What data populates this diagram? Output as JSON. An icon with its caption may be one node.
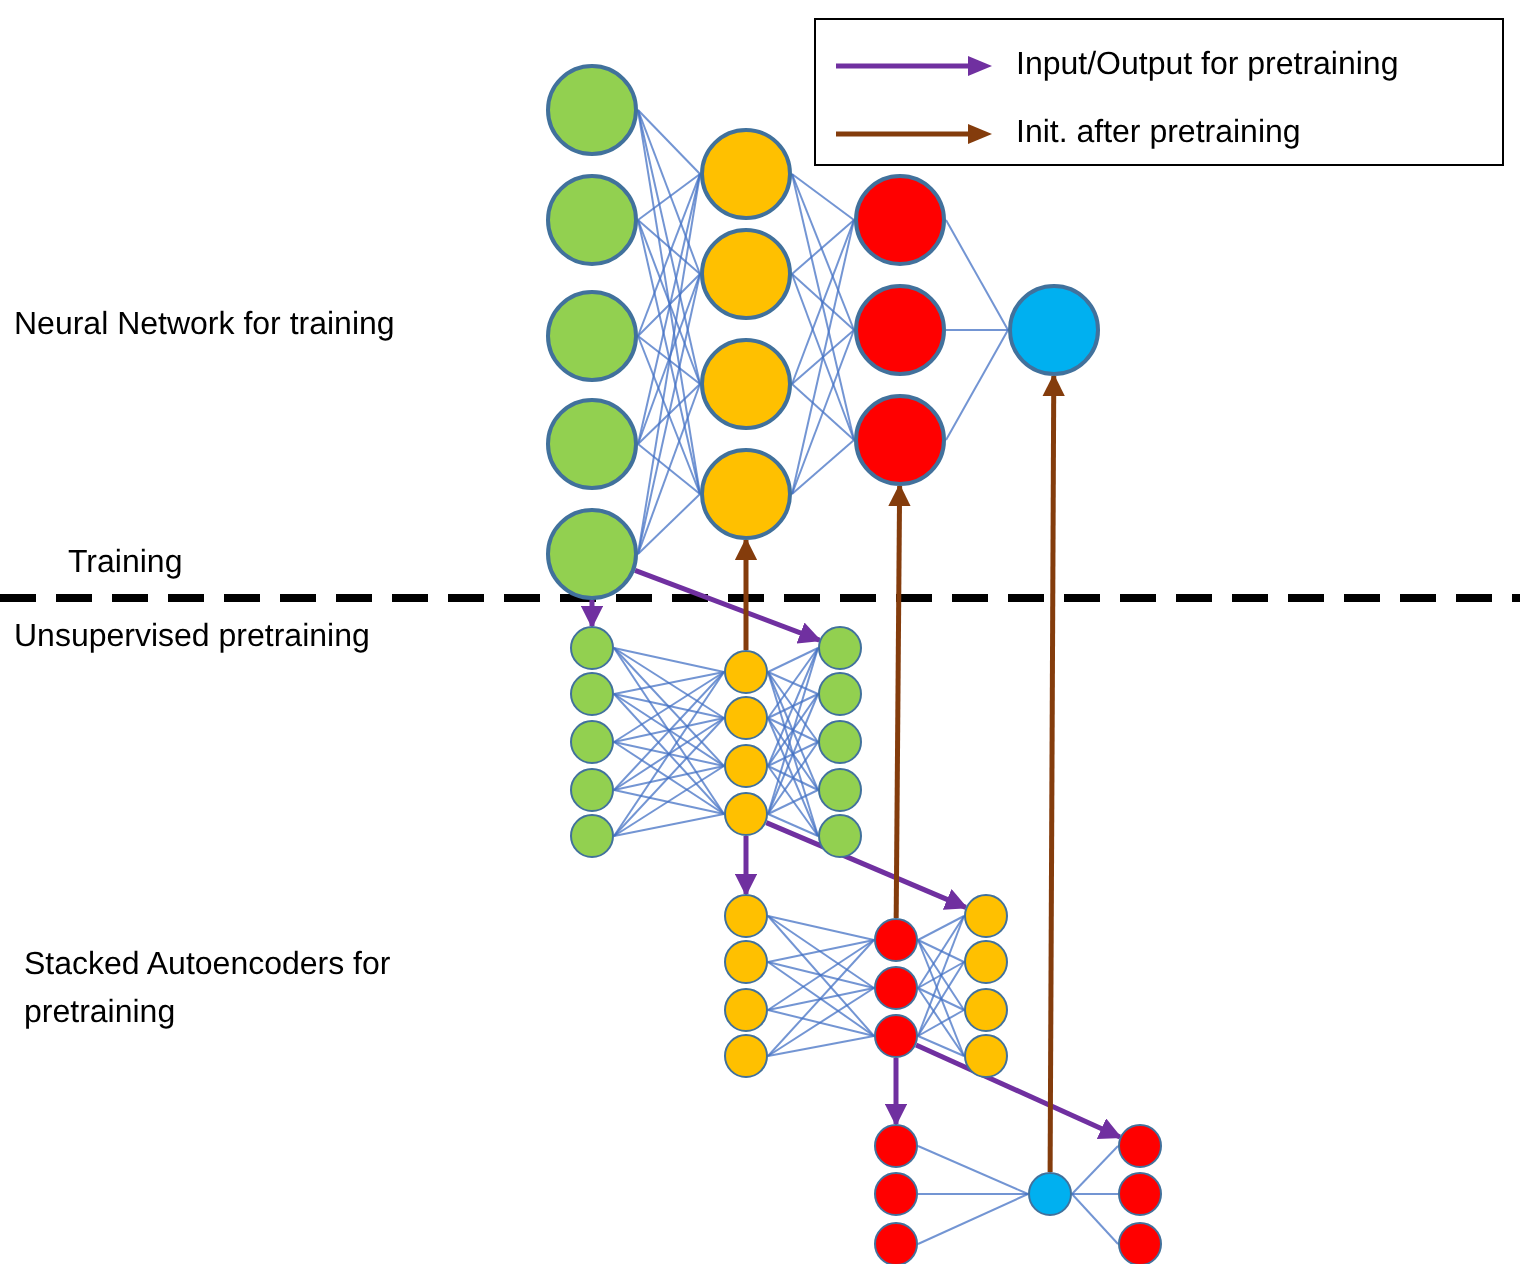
{
  "diagram": {
    "nodes": [
      {
        "text": [],
        "shape": "circle"
      },
      {
        "text": [],
        "shape": "circle"
      },
      {
        "text": [],
        "shape": "circle"
      },
      {
        "text": [],
        "shape": "circle"
      },
      {
        "text": [],
        "shape": "circle"
      },
      {
        "text": [],
        "shape": "circle"
      },
      {
        "text": [],
        "shape": "circle"
      },
      {
        "text": [],
        "shape": "circle"
      },
      {
        "text": [],
        "shape": "circle"
      },
      {
        "text": [],
        "shape": "circle"
      },
      {
        "text": [],
        "shape": "circle"
      },
      {
        "text": [],
        "shape": "circle"
      },
      {
        "text": [],
        "shape": "circle"
      },
      {
        "text": [],
        "shape": "circle"
      },
      {
        "text": [],
        "shape": "circle"
      },
      {
        "text": [],
        "shape": "circle"
      },
      {
        "text": [],
        "shape": "circle"
      },
      {
        "text": [],
        "shape": "circle"
      },
      {
        "text": [],
        "shape": "circle"
      },
      {
        "text": [],
        "shape": "circle"
      },
      {
        "text": [],
        "shape": "circle"
      },
      {
        "text": [],
        "shape": "circle"
      },
      {
        "text": [],
        "shape": "circle"
      },
      {
        "text": [],
        "shape": "circle"
      },
      {
        "text": [],
        "shape": "circle"
      },
      {
        "text": [],
        "shape": "circle"
      },
      {
        "text": [],
        "shape": "circle"
      },
      {
        "text": [],
        "shape": "circle"
      },
      {
        "text": [],
        "shape": "circle"
      },
      {
        "text": [],
        "shape": "circle"
      },
      {
        "text": [],
        "shape": "circle"
      },
      {
        "text": [],
        "shape": "circle"
      },
      {
        "text": [],
        "shape": "circle"
      },
      {
        "text": [],
        "shape": "circle"
      },
      {
        "text": [],
        "shape": "circle"
      },
      {
        "text": [],
        "shape": "circle"
      },
      {
        "text": [],
        "shape": "circle"
      },
      {
        "text": [],
        "shape": "circle"
      },
      {
        "text": [],
        "shape": "circle"
      },
      {
        "text": [],
        "shape": "circle"
      },
      {
        "text": [],
        "shape": "circle"
      },
      {
        "text": [],
        "shape": "circle"
      },
      {
        "text": [],
        "shape": "circle"
      },
      {
        "text": [],
        "shape": "circle"
      },
      {
        "text": [],
        "shape": "circle"
      }
    ],
    "edges": [
      {
        "from": 0,
        "to": 5,
        "arrow": "none"
      },
      {
        "from": 0,
        "to": 6,
        "arrow": "none"
      },
      {
        "from": 0,
        "to": 7,
        "arrow": "none"
      },
      {
        "from": 0,
        "to": 8,
        "arrow": "none"
      },
      {
        "from": 1,
        "to": 5,
        "arrow": "none"
      },
      {
        "from": 1,
        "to": 6,
        "arrow": "none"
      },
      {
        "from": 1,
        "to": 7,
        "arrow": "none"
      },
      {
        "from": 1,
        "to": 8,
        "arrow": "none"
      },
      {
        "from": 2,
        "to": 5,
        "arrow": "none"
      },
      {
        "from": 2,
        "to": 6,
        "arrow": "none"
      },
      {
        "from": 2,
        "to": 7,
        "arrow": "none"
      },
      {
        "from": 2,
        "to": 8,
        "arrow": "none"
      },
      {
        "from": 3,
        "to": 5,
        "arrow": "none"
      },
      {
        "from": 3,
        "to": 6,
        "arrow": "none"
      },
      {
        "from": 3,
        "to": 7,
        "arrow": "none"
      },
      {
        "from": 3,
        "to": 8,
        "arrow": "none"
      },
      {
        "from": 4,
        "to": 5,
        "arrow": "none"
      },
      {
        "from": 4,
        "to": 6,
        "arrow": "none"
      },
      {
        "from": 4,
        "to": 7,
        "arrow": "none"
      },
      {
        "from": 4,
        "to": 8,
        "arrow": "none"
      },
      {
        "from": 5,
        "to": 9,
        "arrow": "none"
      },
      {
        "from": 5,
        "to": 10,
        "arrow": "none"
      },
      {
        "from": 5,
        "to": 11,
        "arrow": "none"
      },
      {
        "from": 6,
        "to": 9,
        "arrow": "none"
      },
      {
        "from": 6,
        "to": 10,
        "arrow": "none"
      },
      {
        "from": 6,
        "to": 11,
        "arrow": "none"
      },
      {
        "from": 7,
        "to": 9,
        "arrow": "none"
      },
      {
        "from": 7,
        "to": 10,
        "arrow": "none"
      },
      {
        "from": 7,
        "to": 11,
        "arrow": "none"
      },
      {
        "from": 8,
        "to": 9,
        "arrow": "none"
      },
      {
        "from": 8,
        "to": 10,
        "arrow": "none"
      },
      {
        "from": 8,
        "to": 11,
        "arrow": "none"
      },
      {
        "from": 9,
        "to": 12,
        "arrow": "none"
      },
      {
        "from": 10,
        "to": 12,
        "arrow": "none"
      },
      {
        "from": 11,
        "to": 12,
        "arrow": "none"
      },
      {
        "from": 13,
        "to": 18,
        "arrow": "none"
      },
      {
        "from": 13,
        "to": 19,
        "arrow": "none"
      },
      {
        "from": 13,
        "to": 20,
        "arrow": "none"
      },
      {
        "from": 13,
        "to": 21,
        "arrow": "none"
      },
      {
        "from": 14,
        "to": 18,
        "arrow": "none"
      },
      {
        "from": 14,
        "to": 19,
        "arrow": "none"
      },
      {
        "from": 14,
        "to": 20,
        "arrow": "none"
      },
      {
        "from": 14,
        "to": 21,
        "arrow": "none"
      },
      {
        "from": 15,
        "to": 18,
        "arrow": "none"
      },
      {
        "from": 15,
        "to": 19,
        "arrow": "none"
      },
      {
        "from": 15,
        "to": 20,
        "arrow": "none"
      },
      {
        "from": 15,
        "to": 21,
        "arrow": "none"
      },
      {
        "from": 16,
        "to": 18,
        "arrow": "none"
      },
      {
        "from": 16,
        "to": 19,
        "arrow": "none"
      },
      {
        "from": 16,
        "to": 20,
        "arrow": "none"
      },
      {
        "from": 16,
        "to": 21,
        "arrow": "none"
      },
      {
        "from": 17,
        "to": 18,
        "arrow": "none"
      },
      {
        "from": 17,
        "to": 19,
        "arrow": "none"
      },
      {
        "from": 17,
        "to": 20,
        "arrow": "none"
      },
      {
        "from": 17,
        "to": 21,
        "arrow": "none"
      },
      {
        "from": 18,
        "to": 22,
        "arrow": "none"
      },
      {
        "from": 18,
        "to": 23,
        "arrow": "none"
      },
      {
        "from": 18,
        "to": 24,
        "arrow": "none"
      },
      {
        "from": 18,
        "to": 25,
        "arrow": "none"
      },
      {
        "from": 18,
        "to": 26,
        "arrow": "none"
      },
      {
        "from": 19,
        "to": 22,
        "arrow": "none"
      },
      {
        "from": 19,
        "to": 23,
        "arrow": "none"
      },
      {
        "from": 19,
        "to": 24,
        "arrow": "none"
      },
      {
        "from": 19,
        "to": 25,
        "arrow": "none"
      },
      {
        "from": 19,
        "to": 26,
        "arrow": "none"
      },
      {
        "from": 20,
        "to": 22,
        "arrow": "none"
      },
      {
        "from": 20,
        "to": 23,
        "arrow": "none"
      },
      {
        "from": 20,
        "to": 24,
        "arrow": "none"
      },
      {
        "from": 20,
        "to": 25,
        "arrow": "none"
      },
      {
        "from": 20,
        "to": 26,
        "arrow": "none"
      },
      {
        "from": 21,
        "to": 22,
        "arrow": "none"
      },
      {
        "from": 21,
        "to": 23,
        "arrow": "none"
      },
      {
        "from": 21,
        "to": 24,
        "arrow": "none"
      },
      {
        "from": 21,
        "to": 25,
        "arrow": "none"
      },
      {
        "from": 21,
        "to": 26,
        "arrow": "none"
      },
      {
        "from": 27,
        "to": 31,
        "arrow": "none"
      },
      {
        "from": 27,
        "to": 32,
        "arrow": "none"
      },
      {
        "from": 27,
        "to": 33,
        "arrow": "none"
      },
      {
        "from": 28,
        "to": 31,
        "arrow": "none"
      },
      {
        "from": 28,
        "to": 32,
        "arrow": "none"
      },
      {
        "from": 28,
        "to": 33,
        "arrow": "none"
      },
      {
        "from": 29,
        "to": 31,
        "arrow": "none"
      },
      {
        "from": 29,
        "to": 32,
        "arrow": "none"
      },
      {
        "from": 29,
        "to": 33,
        "arrow": "none"
      },
      {
        "from": 30,
        "to": 31,
        "arrow": "none"
      },
      {
        "from": 30,
        "to": 32,
        "arrow": "none"
      },
      {
        "from": 30,
        "to": 33,
        "arrow": "none"
      },
      {
        "from": 31,
        "to": 34,
        "arrow": "none"
      },
      {
        "from": 31,
        "to": 35,
        "arrow": "none"
      },
      {
        "from": 31,
        "to": 36,
        "arrow": "none"
      },
      {
        "from": 31,
        "to": 37,
        "arrow": "none"
      },
      {
        "from": 32,
        "to": 34,
        "arrow": "none"
      },
      {
        "from": 32,
        "to": 35,
        "arrow": "none"
      },
      {
        "from": 32,
        "to": 36,
        "arrow": "none"
      },
      {
        "from": 32,
        "to": 37,
        "arrow": "none"
      },
      {
        "from": 33,
        "to": 34,
        "arrow": "none"
      },
      {
        "from": 33,
        "to": 35,
        "arrow": "none"
      },
      {
        "from": 33,
        "to": 36,
        "arrow": "none"
      },
      {
        "from": 33,
        "to": 37,
        "arrow": "none"
      },
      {
        "from": 38,
        "to": 41,
        "arrow": "none"
      },
      {
        "from": 39,
        "to": 41,
        "arrow": "none"
      },
      {
        "from": 40,
        "to": 41,
        "arrow": "none"
      },
      {
        "from": 41,
        "to": 42,
        "arrow": "none"
      },
      {
        "from": 41,
        "to": 43,
        "arrow": "none"
      },
      {
        "from": 41,
        "to": 44,
        "arrow": "none"
      },
      {
        "from": 4,
        "to": 13,
        "arrow": "to",
        "style": "thick",
        "color": "#7030a0"
      },
      {
        "from": 4,
        "to": 22,
        "arrow": "to",
        "style": "thick",
        "color": "#7030a0"
      },
      {
        "from": 21,
        "to": 27,
        "arrow": "to",
        "style": "thick",
        "color": "#7030a0"
      },
      {
        "from": 21,
        "to": 34,
        "arrow": "to",
        "style": "thick",
        "color": "#7030a0"
      },
      {
        "from": 33,
        "to": 38,
        "arrow": "to",
        "style": "thick",
        "color": "#7030a0"
      },
      {
        "from": 33,
        "to": 42,
        "arrow": "to",
        "style": "thick",
        "color": "#7030a0"
      },
      {
        "from": 18,
        "to": 8,
        "arrow": "to",
        "style": "thick",
        "color": "#843c0c"
      },
      {
        "from": 31,
        "to": 11,
        "arrow": "to",
        "style": "thick",
        "color": "#843c0c"
      },
      {
        "from": 41,
        "to": 12,
        "arrow": "to",
        "style": "thick",
        "color": "#843c0c"
      }
    ],
    "labels": [
      "Neural Network for training",
      "Training",
      "Unsupervised pretraining",
      "Stacked Autoencoders for pretraining"
    ],
    "legend": [
      {
        "text": "Input/Output for pretraining"
      },
      {
        "text": "Init. after pretraining"
      }
    ]
  }
}
